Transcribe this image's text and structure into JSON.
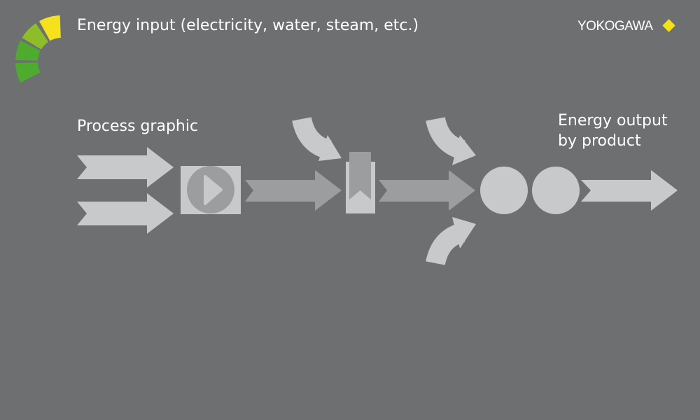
{
  "title": "Energy input (electricity, water, steam, etc.)",
  "process_label": "Process graphic",
  "output_label": [
    "Energy output",
    "by product"
  ],
  "logo": {
    "text": "YOKOGAWA",
    "diamond_color": "#f5e11a"
  },
  "gauge": {
    "segments": [
      "#4eab2f",
      "#4eab2f",
      "#8fbd2a",
      "#f6e21c"
    ]
  },
  "colors": {
    "background": "#6e6f71",
    "light": "#c8c9cb",
    "mid": "#9c9d9f"
  }
}
